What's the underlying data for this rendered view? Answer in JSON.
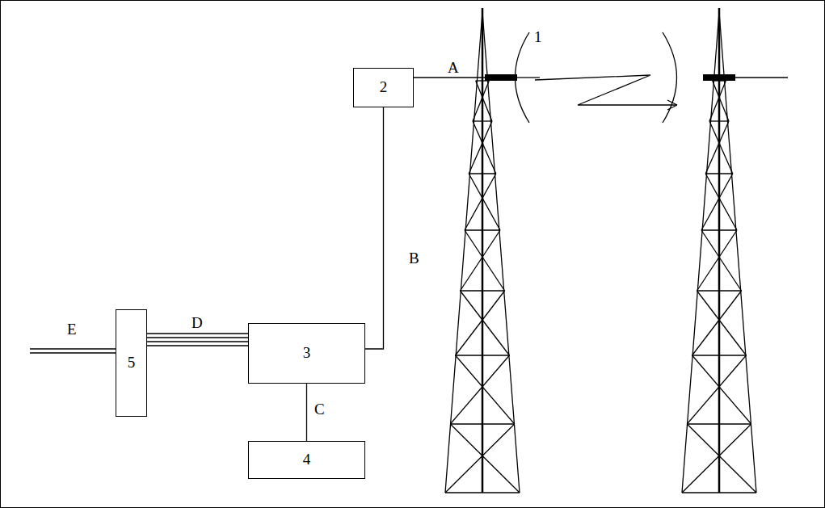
{
  "diagram": {
    "nodes": [
      {
        "text": [
          "2"
        ]
      },
      {
        "text": [
          "3"
        ]
      },
      {
        "text": [
          "4"
        ]
      },
      {
        "text": [
          "5"
        ]
      }
    ],
    "edges": [
      {
        "from": 0,
        "to": 1,
        "arrow": "none",
        "label": "B"
      },
      {
        "from": 1,
        "to": 2,
        "arrow": "none",
        "label": "C"
      },
      {
        "from": 3,
        "to": 1,
        "arrow": "none",
        "label": "D"
      }
    ],
    "labels": [
      "1",
      "A",
      "E"
    ]
  }
}
